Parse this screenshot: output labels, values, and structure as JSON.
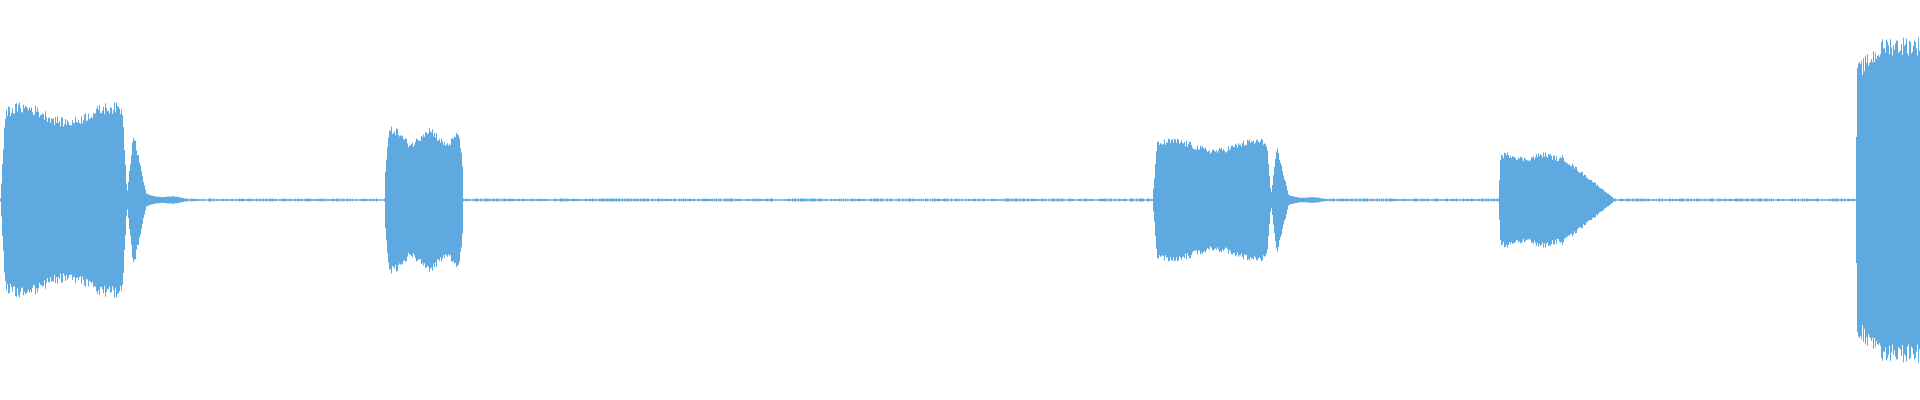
{
  "waveform": {
    "color": "#5ea9e0",
    "background": "#ffffff",
    "timeline_seconds": 100,
    "noise_floor_amplitude": 0.008,
    "segments": [
      {
        "id": "clip-1",
        "start": 0.0,
        "end": 6.6,
        "peak_amplitude": 0.49,
        "envelope": "sustain-then-cutoff"
      },
      {
        "id": "clip-1-tail",
        "start": 6.6,
        "end": 10.5,
        "peak_amplitude": 0.35,
        "envelope": "spike-decay"
      },
      {
        "id": "clip-2",
        "start": 20.0,
        "end": 24.1,
        "peak_amplitude": 0.37,
        "envelope": "rounded-block"
      },
      {
        "id": "clip-3",
        "start": 60.0,
        "end": 66.2,
        "peak_amplitude": 0.31,
        "envelope": "sustain-then-cutoff"
      },
      {
        "id": "clip-3-tail",
        "start": 66.2,
        "end": 69.8,
        "peak_amplitude": 0.27,
        "envelope": "spike-decay"
      },
      {
        "id": "clip-4",
        "start": 78.0,
        "end": 84.0,
        "peak_amplitude": 0.24,
        "envelope": "taper"
      },
      {
        "id": "clip-5",
        "start": 96.6,
        "end": 100.0,
        "peak_amplitude": 0.82,
        "envelope": "swell"
      }
    ]
  }
}
